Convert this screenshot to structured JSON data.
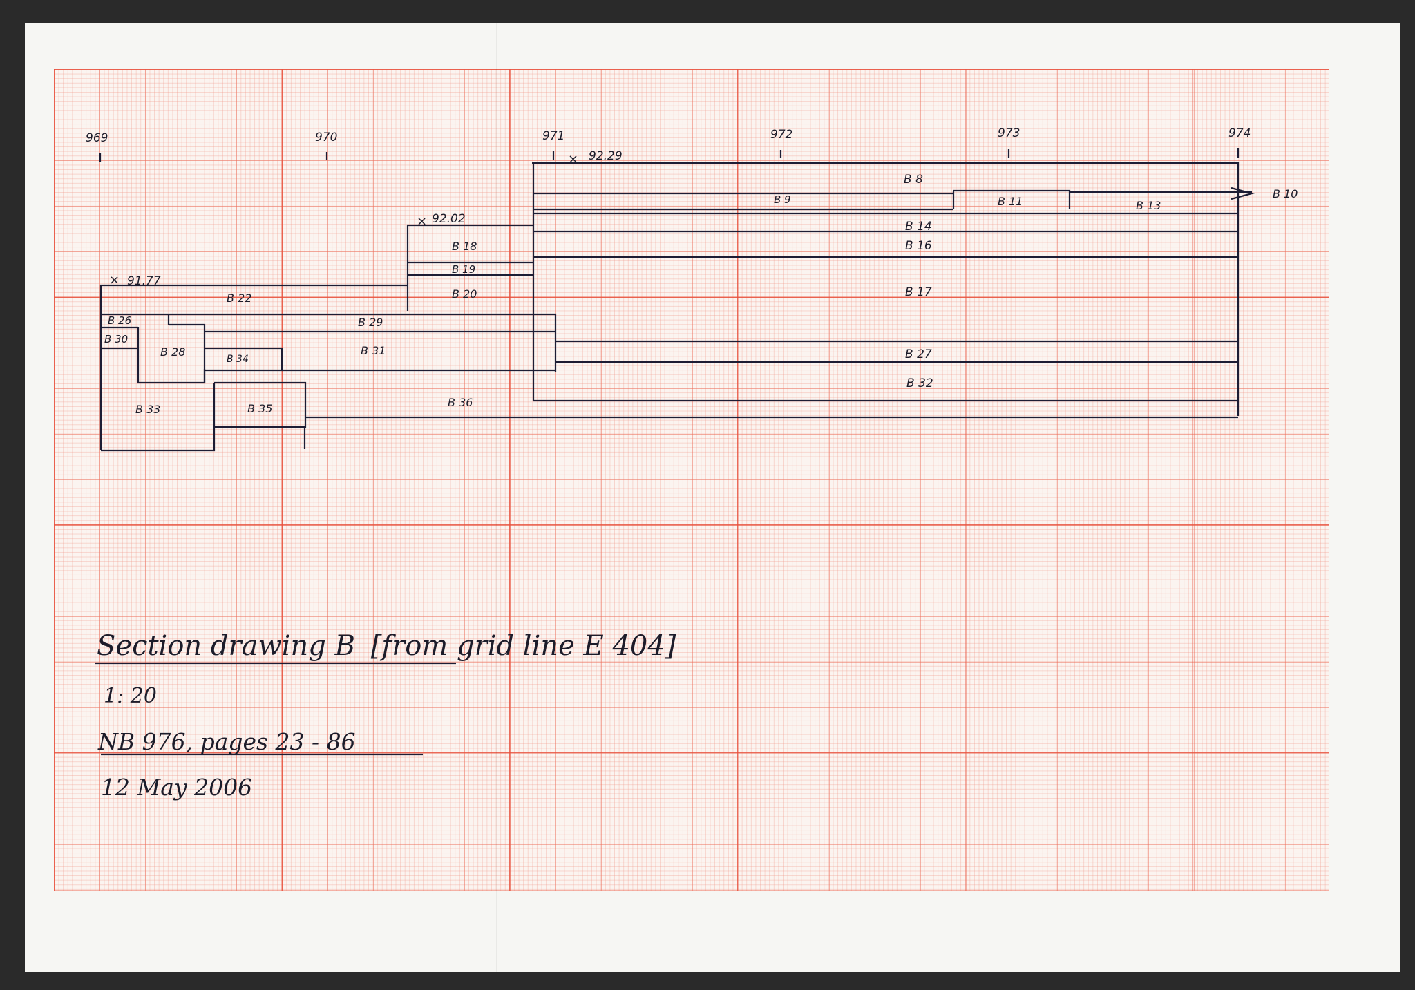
{
  "axis": {
    "ticks": [
      "969",
      "970",
      "971",
      "972",
      "973",
      "974"
    ]
  },
  "markers": [
    {
      "label": "92.29"
    },
    {
      "label": "92.02"
    },
    {
      "label": "91.77"
    }
  ],
  "layers": [
    {
      "id": "b8",
      "label": "B 8"
    },
    {
      "id": "b9",
      "label": "B 9"
    },
    {
      "id": "b11",
      "label": "B 11"
    },
    {
      "id": "b13",
      "label": "B 13"
    },
    {
      "id": "b10",
      "label": "B 10"
    },
    {
      "id": "b14",
      "label": "B 14"
    },
    {
      "id": "b16",
      "label": "B 16"
    },
    {
      "id": "b17",
      "label": "B 17"
    },
    {
      "id": "b18",
      "label": "B 18"
    },
    {
      "id": "b19",
      "label": "B 19"
    },
    {
      "id": "b20",
      "label": "B 20"
    },
    {
      "id": "b22",
      "label": "B 22"
    },
    {
      "id": "b26",
      "label": "B 26"
    },
    {
      "id": "b27",
      "label": "B 27"
    },
    {
      "id": "b28",
      "label": "B 28"
    },
    {
      "id": "b29",
      "label": "B 29"
    },
    {
      "id": "b30",
      "label": "B 30"
    },
    {
      "id": "b31",
      "label": "B 31"
    },
    {
      "id": "b32",
      "label": "B 32"
    },
    {
      "id": "b33",
      "label": "B 33"
    },
    {
      "id": "b34",
      "label": "B 34"
    },
    {
      "id": "b35",
      "label": "B 35"
    },
    {
      "id": "b36",
      "label": "B 36"
    }
  ],
  "caption": {
    "title": "Section drawing B",
    "subtitle": "[from grid line E 404]",
    "scale": "1: 20",
    "notebook": "NB 976, pages 23 - 86",
    "date": "12 May 2006"
  }
}
